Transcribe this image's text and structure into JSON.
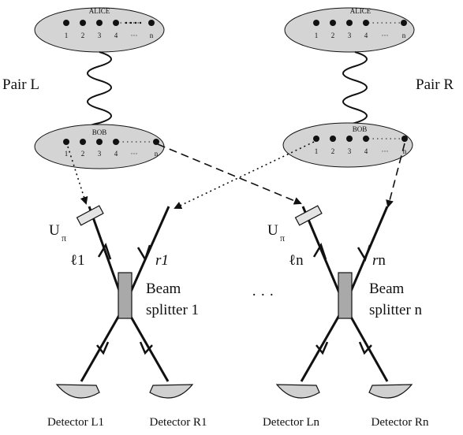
{
  "diagram": {
    "alice_label": "ALICE",
    "bob_label": "BOB",
    "qubit_labels": [
      "1",
      "2",
      "3",
      "4",
      "···",
      "n"
    ],
    "pair_left_label": "Pair L",
    "pair_right_label": "Pair R",
    "u_pi_main": "U",
    "u_pi_sub": "π",
    "left_arm_left_label": "ℓ1",
    "left_arm_right_label": "r1",
    "right_arm_left_label": "ℓn",
    "right_arm_right_label": "rn",
    "bs1_line1": "Beam",
    "bs1_line2": "splitter 1",
    "bsn_line1": "Beam",
    "bsn_line2": "splitter n",
    "middle_ellipsis": "· · ·",
    "detectors": [
      "Detector L1",
      "Detector R1",
      "Detector Ln",
      "Detector Rn"
    ],
    "colors": {
      "ink": "#111111",
      "ellipse_fill": "#d4d4d4",
      "splitter_fill": "#a9a9a9",
      "detector_fill": "#d0d0d0"
    }
  }
}
